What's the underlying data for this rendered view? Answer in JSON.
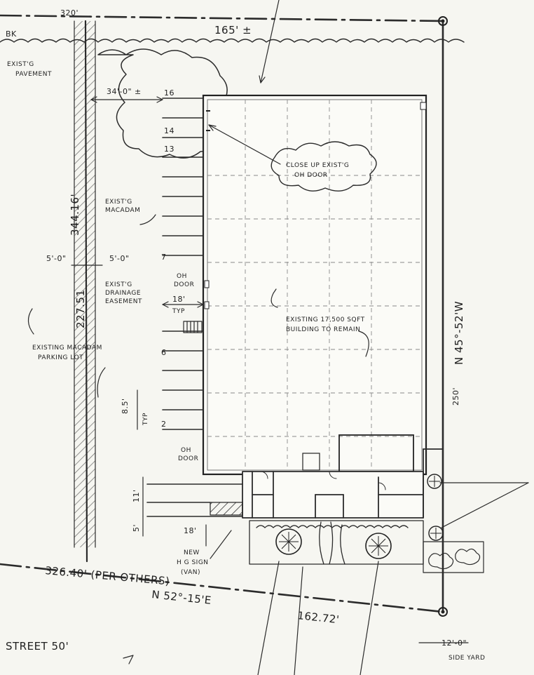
{
  "labels": {
    "top_left_frontage": "320'",
    "top_left_edge": "BK",
    "top_frontage": "165' ±",
    "exist_pavement_1": "EXIST'G",
    "exist_pavement_2": "PAVEMENT",
    "aisle_dim": "34'-0\" ±",
    "stall_16": "16",
    "stall_14": "14",
    "stall_13": "13",
    "close_up_1": "CLOSE UP EXIST'G",
    "close_up_2": "OH DOOR",
    "exist_macadam_1": "EXIST'G",
    "exist_macadam_2": "MACADAM",
    "left_lot_dim": "344.16'",
    "setback_left": "5'-0\"",
    "setback_right": "5'-0\"",
    "stall_7": "7",
    "oh_door_1a": "OH",
    "oh_door_1b": "DOOR",
    "drainage_1": "EXIST'G",
    "drainage_2": "DRAINAGE",
    "drainage_3": "EASEMENT",
    "stall_depth": "18'",
    "typ_1": "TYP",
    "lower_lot_dim": "227.51",
    "building_1": "EXISTING 17,500 SQFT",
    "building_2": "BUILDING TO REMAIN",
    "right_bearing": "N 45°-52'W",
    "parking_lot_1": "EXISTING MACADAM",
    "parking_lot_2": "PARKING LOT",
    "stall_6": "6",
    "stall_width": "8.5'",
    "typ_2": "TYP",
    "stall_2": "2",
    "right_dim": "250'",
    "oh_door_2a": "OH",
    "oh_door_2b": "DOOR",
    "dim_11": "11'",
    "dim_5": "5'",
    "dim_18": "18'",
    "sign_1": "NEW",
    "sign_2": "H G SIGN",
    "sign_3": "(VAN)",
    "bottom_frontage": "326.40' (PER OTHERS)",
    "bottom_bearing": "N 52°-15'E",
    "bottom_dim": "162.72'",
    "street": "STREET  50'",
    "side_yard_dim": "12'-0\"",
    "side_yard": "SIDE YARD"
  }
}
